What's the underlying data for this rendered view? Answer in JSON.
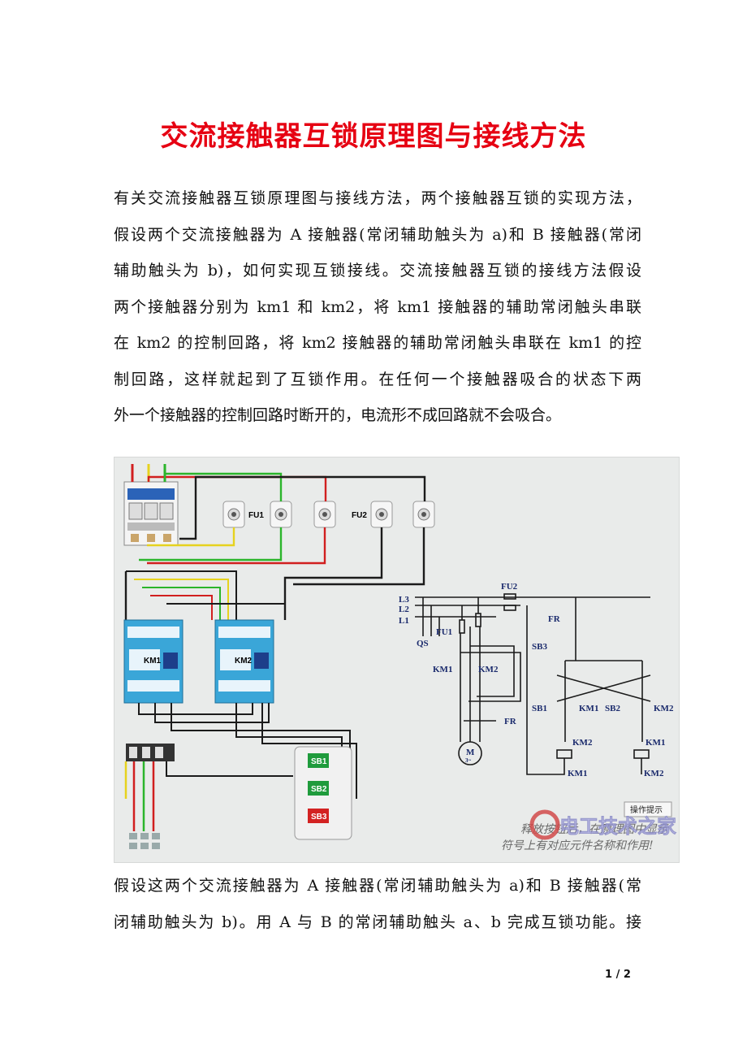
{
  "document": {
    "title": "交流接触器互锁原理图与接线方法",
    "paragraph1": [
      "有关交流接触器互锁原理图与接线方法，两个接触器互锁的实现方法，",
      "假设两个交流接触器为 A 接触器(常闭辅助触头为 a)和 B 接触器(常闭",
      "辅助触头为 b)，如何实现互锁接线。交流接触器互锁的接线方法假设",
      "两个接触器分别为 km1 和 km2，将 km1 接触器的辅助常闭触头串联",
      "在 km2 的控制回路，将 km2 接触器的辅助常闭触头串联在 km1 的控",
      "制回路，这样就起到了互锁作用。在任何一个接触器吸合的状态下两",
      "外一个接触器的控制回路时断开的，电流形不成回路就不会吸合。"
    ],
    "paragraph2": [
      "假设这两个交流接触器为 A 接触器(常闭辅助触头为 a)和 B 接触器(常",
      "闭辅助触头为 b)。用 A 与 B 的常闭辅助触头 a、b 完成互锁功能。接"
    ],
    "page_number": "1 / 2"
  },
  "figure": {
    "wiring_labels": {
      "fu1": "FU1",
      "fu2": "FU2",
      "km1": "KM1",
      "km2": "KM2",
      "sb1": "SB1",
      "sb2": "SB2",
      "sb3": "SB3"
    },
    "schematic_labels": {
      "l3": "L3",
      "l2": "L2",
      "l1": "L1",
      "qs": "QS",
      "fu1": "FU1",
      "fu2": "FU2",
      "fr_top": "FR",
      "sb3": "SB3",
      "km1_main": "KM1",
      "km2_main": "KM2",
      "fr_bottom": "FR",
      "motor": "M",
      "motor_sub": "3~",
      "sb1": "SB1",
      "km1_aux": "KM1",
      "sb2": "SB2",
      "km2_aux": "KM2",
      "km2_nc": "KM2",
      "km1_nc": "KM1",
      "km1_coil": "KM1",
      "km2_coil": "KM2"
    },
    "hint_button": "操作提示",
    "overlay_text": [
      "释放按钮后，在原理图中显示",
      "符号上有对应元件名称和作用!"
    ],
    "watermark": "电工技术之家",
    "colors": {
      "red_wire": "#d11f1f",
      "green_wire": "#2bb52b",
      "yellow_wire": "#e6d21e",
      "black_wire": "#1b1b1b",
      "contactor": "#3aa6d8"
    }
  }
}
